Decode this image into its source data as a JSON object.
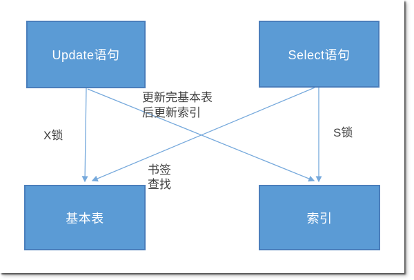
{
  "diagram": {
    "nodes": [
      {
        "id": "update-statement",
        "label": "Update语句"
      },
      {
        "id": "select-statement",
        "label": "Select语句"
      },
      {
        "id": "base-table",
        "label": "基本表"
      },
      {
        "id": "index",
        "label": "索引"
      }
    ],
    "edges": [
      {
        "from": "update-statement",
        "to": "base-table",
        "label": "X锁"
      },
      {
        "from": "update-statement",
        "to": "index",
        "label_line1": "更新完基本表",
        "label_line2": "后更新索引"
      },
      {
        "from": "select-statement",
        "to": "index",
        "label": "S锁"
      },
      {
        "from": "select-statement",
        "to": "base-table",
        "label_line1": "书签",
        "label_line2": "查找"
      }
    ],
    "colors": {
      "node_fill": "#5B9BD5",
      "node_border": "#4A7EBB",
      "node_text": "#FFFFFF",
      "connector": "#76A9DC",
      "label_text": "#3F3F3F"
    }
  }
}
